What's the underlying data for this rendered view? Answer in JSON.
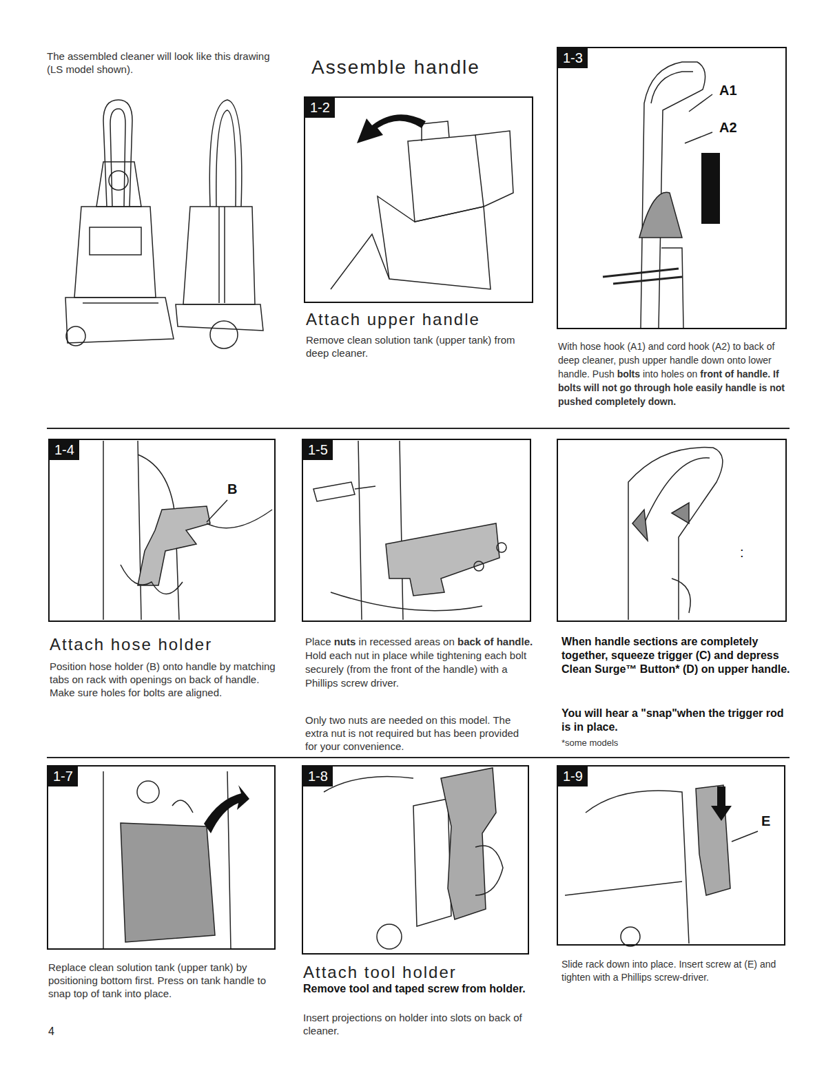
{
  "diagram": {
    "nodes": [
      {
        "text": [
          "1-2"
        ]
      },
      {
        "text": [
          "1-3",
          "A1",
          "A2"
        ]
      },
      {
        "text": [
          "1-4",
          "B"
        ]
      },
      {
        "text": [
          "1-5"
        ]
      },
      {
        "text": [
          ":"
        ]
      },
      {
        "text": [
          "1-7"
        ]
      },
      {
        "text": [
          "1-8"
        ]
      },
      {
        "text": [
          "1-9",
          "E"
        ]
      }
    ],
    "labels": [
      "The assembled cleaner will look like this drawing (LS model shown).",
      "Assemble handle",
      "Attach upper handle",
      "Remove clean solution tank (upper tank) from deep cleaner.",
      "With hose hook (A1) and cord hook (A2) to back of deep cleaner, push upper handle down onto lower handle. Push",
      "bolts",
      "into holes on",
      "front of handle. If bolts will not go through hole easily handle is not pushed completely down.",
      "Attach hose holder",
      "Position hose holder (B) onto handle by matching tabs on rack with openings on back of handle. Make sure holes for bolts are aligned.",
      "Place",
      "nuts",
      "in recessed areas on",
      "back of handle.",
      "Hold each nut in place while tightening each bolt securely (from the front of the handle) with a Phillips screw driver.",
      "Only two nuts are needed on this model. The extra nut is not required but has been provided for your convenience.",
      "When handle sections are completely together, squeeze trigger (C) and depress Clean Surge™ Button* (D) on upper handle.",
      "You will hear a \"snap\"when the trigger rod is in place.",
      "*some models",
      "Replace clean solution tank (upper tank) by positioning bottom first. Press on tank handle to snap top of tank into place.",
      "4",
      "Attach tool holder",
      "Remove tool and taped screw from holder.",
      "Insert projections on holder into slots on back of cleaner.",
      "Slide rack down into place. Insert screw at (E) and tighten with a Phillips screw-driver."
    ]
  }
}
